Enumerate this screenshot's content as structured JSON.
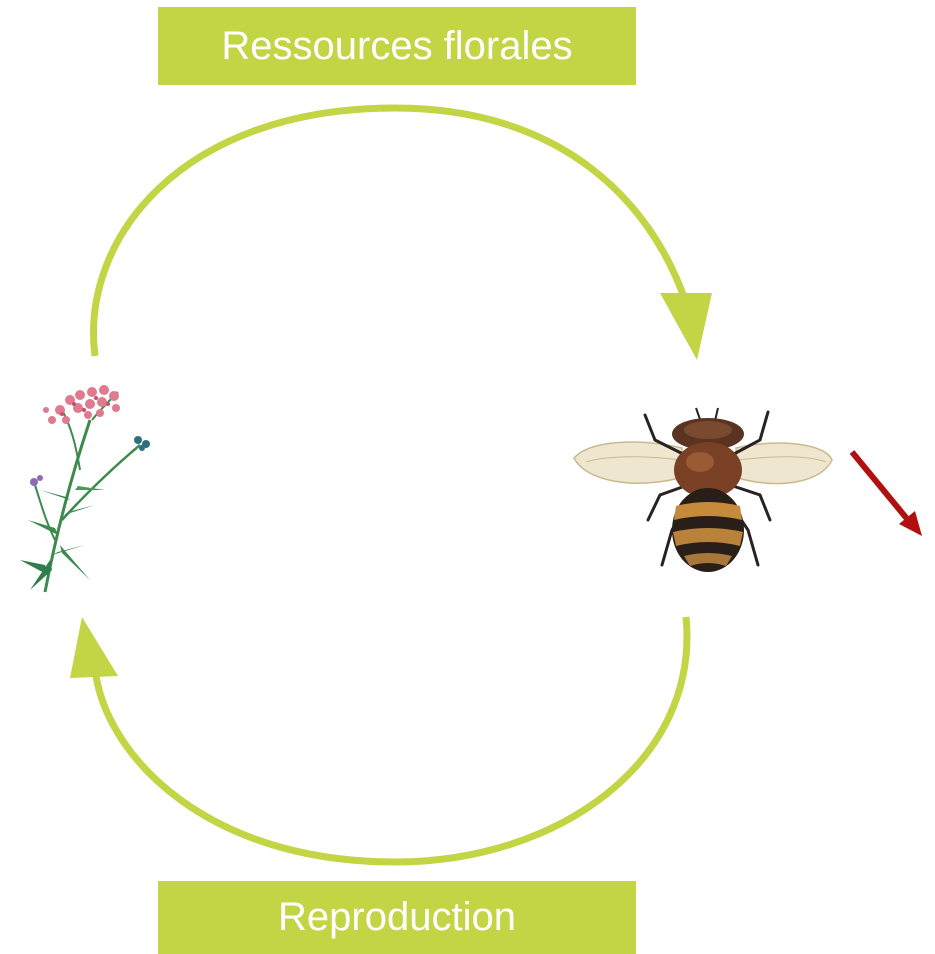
{
  "labels": {
    "top": "Ressources florales",
    "bottom": "Reproduction"
  },
  "illustrations": {
    "left": "flowering-plant",
    "right": "hoverfly"
  },
  "colors": {
    "cycle_arrow": "#c3d545",
    "label_fill": "#c3d545",
    "label_text": "#ffffff",
    "decline_arrow": "#b01010"
  }
}
